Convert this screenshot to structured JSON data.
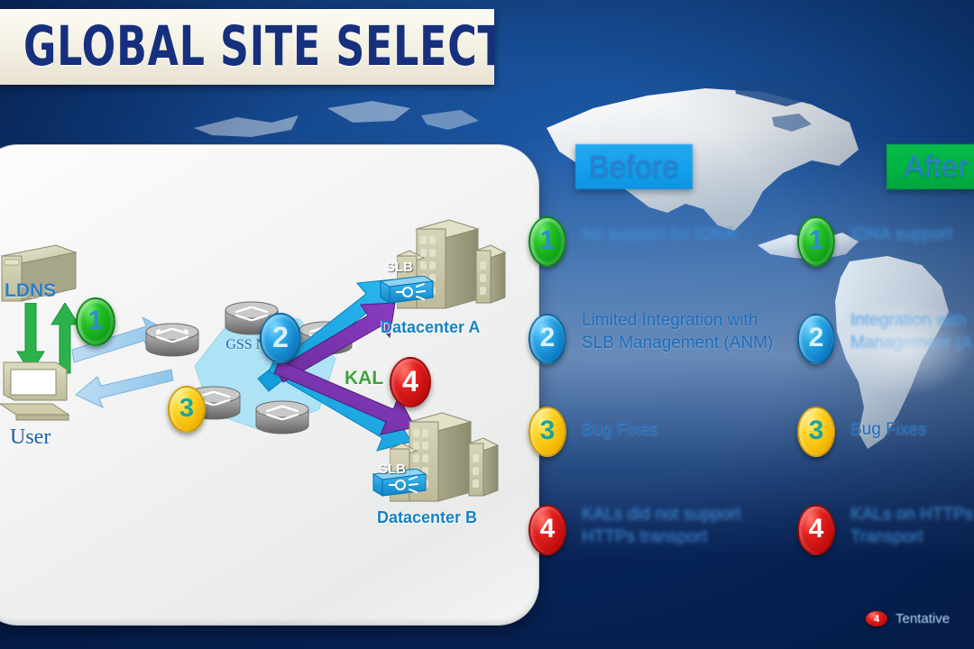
{
  "title": "GLOBAL SITE SELECTOR",
  "diagram": {
    "ldns_label": "LDNS",
    "user_label": "User",
    "gss_cloud_label": "GSS\nNetwork",
    "kal_label": "KAL",
    "slb_label_a": "SLB",
    "slb_label_b": "SLB",
    "datacenter_a": "Datacenter A",
    "datacenter_b": "Datacenter B",
    "badges": [
      {
        "num": "1",
        "color": "green"
      },
      {
        "num": "2",
        "color": "blue"
      },
      {
        "num": "3",
        "color": "yellow"
      },
      {
        "num": "4",
        "color": "red"
      }
    ]
  },
  "comparison": {
    "before_header": "Before",
    "after_header": "After",
    "rows": [
      {
        "num": "1",
        "color": "green",
        "before": "No support for IDNA",
        "after": "IDNA support"
      },
      {
        "num": "2",
        "color": "blue",
        "before": "Limited Integration with\nSLB Management (ANM)",
        "after": "Integration with\nManagement (A"
      },
      {
        "num": "3",
        "color": "yellow",
        "before": "Bug Fixes",
        "after": "Bug Fixes"
      },
      {
        "num": "4",
        "color": "red",
        "before": "KALs did not support\nHTTPs transport",
        "after": "KALs on HTTPs\nTransport"
      }
    ]
  },
  "legend": {
    "badge": "4",
    "label": "Tentative"
  },
  "colors": {
    "before_header_bg": "#15a0ec",
    "after_header_bg": "#01b341",
    "badge_green": "#22c022",
    "badge_blue": "#29a7e8",
    "badge_yellow": "#ffd21f",
    "badge_red": "#e31f1f",
    "text_blue": "#1f6fbf",
    "kal_green": "#3fa33f",
    "title_blue": "#16307e",
    "banner_cream": "#f3efe2"
  }
}
